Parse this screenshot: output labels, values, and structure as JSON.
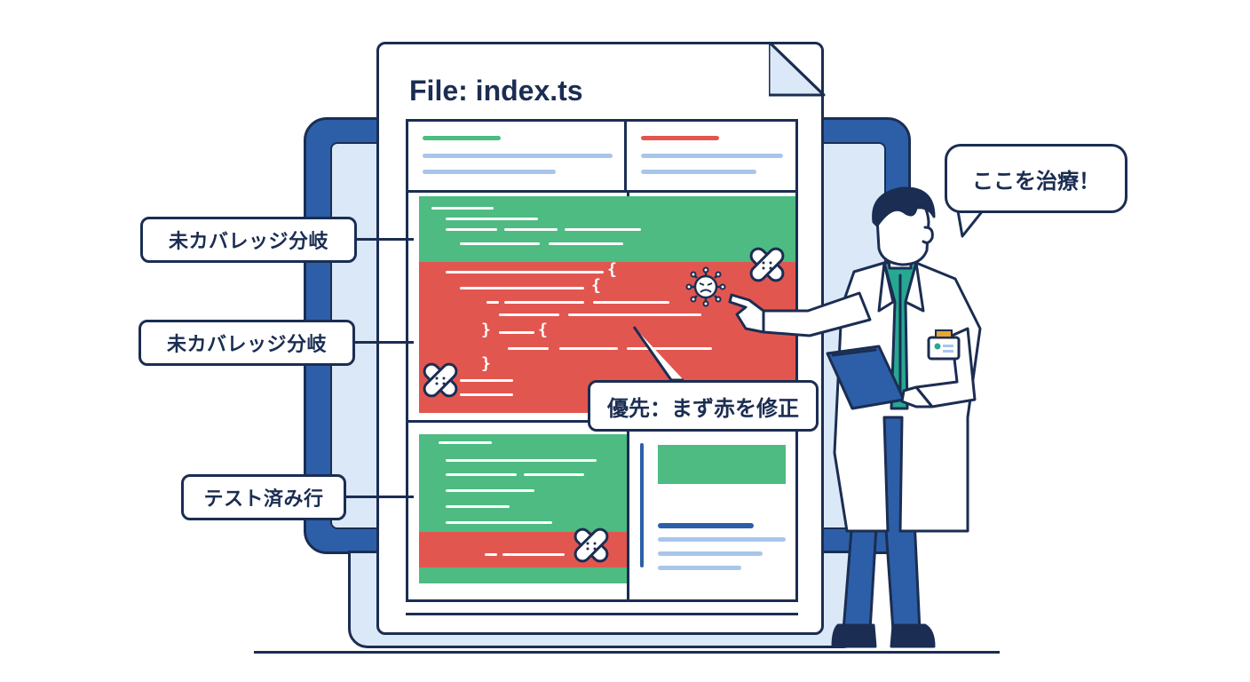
{
  "file_title": "File: index.ts",
  "labels": {
    "uncovered_1": "未カバレッジ分岐",
    "uncovered_2": "未カバレッジ分岐",
    "tested": "テスト済み行"
  },
  "speech_bubble": "ここを治療！",
  "priority_callout": "優先：まず赤を修正",
  "colors": {
    "covered": "#4dbb82",
    "uncovered": "#e25650",
    "navy": "#1b2d52",
    "panel_blue": "#2c5fa8",
    "light_blue": "#dbe8f7",
    "coat": "#ffffff",
    "shirt": "#27a892"
  },
  "icons": [
    "bandage-icon",
    "virus-icon",
    "clipboard-icon",
    "id-badge-icon"
  ]
}
